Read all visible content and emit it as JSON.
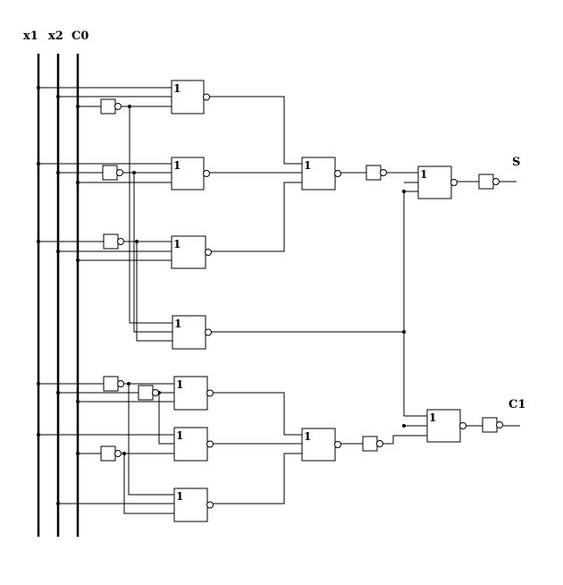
{
  "inputs": {
    "x1": "x1",
    "x2": "x2",
    "c0": "C0"
  },
  "outputs": {
    "s": "S",
    "c1": "C1"
  },
  "gate_symbol": "1"
}
